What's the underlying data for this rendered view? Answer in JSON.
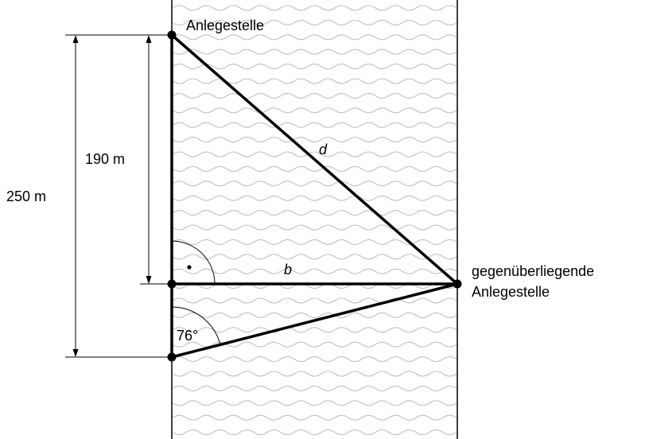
{
  "labels": {
    "top_pier": "Anlegestelle",
    "opposite_pier_line1": "gegenüberliegende",
    "opposite_pier_line2": "Anlegestelle",
    "dim_190": "190 m",
    "dim_250": "250 m",
    "side_d": "d",
    "side_b": "b",
    "angle": "76°"
  },
  "colors": {
    "line": "#000000",
    "water": "#bfbfbf",
    "background": "#ffffff"
  }
}
